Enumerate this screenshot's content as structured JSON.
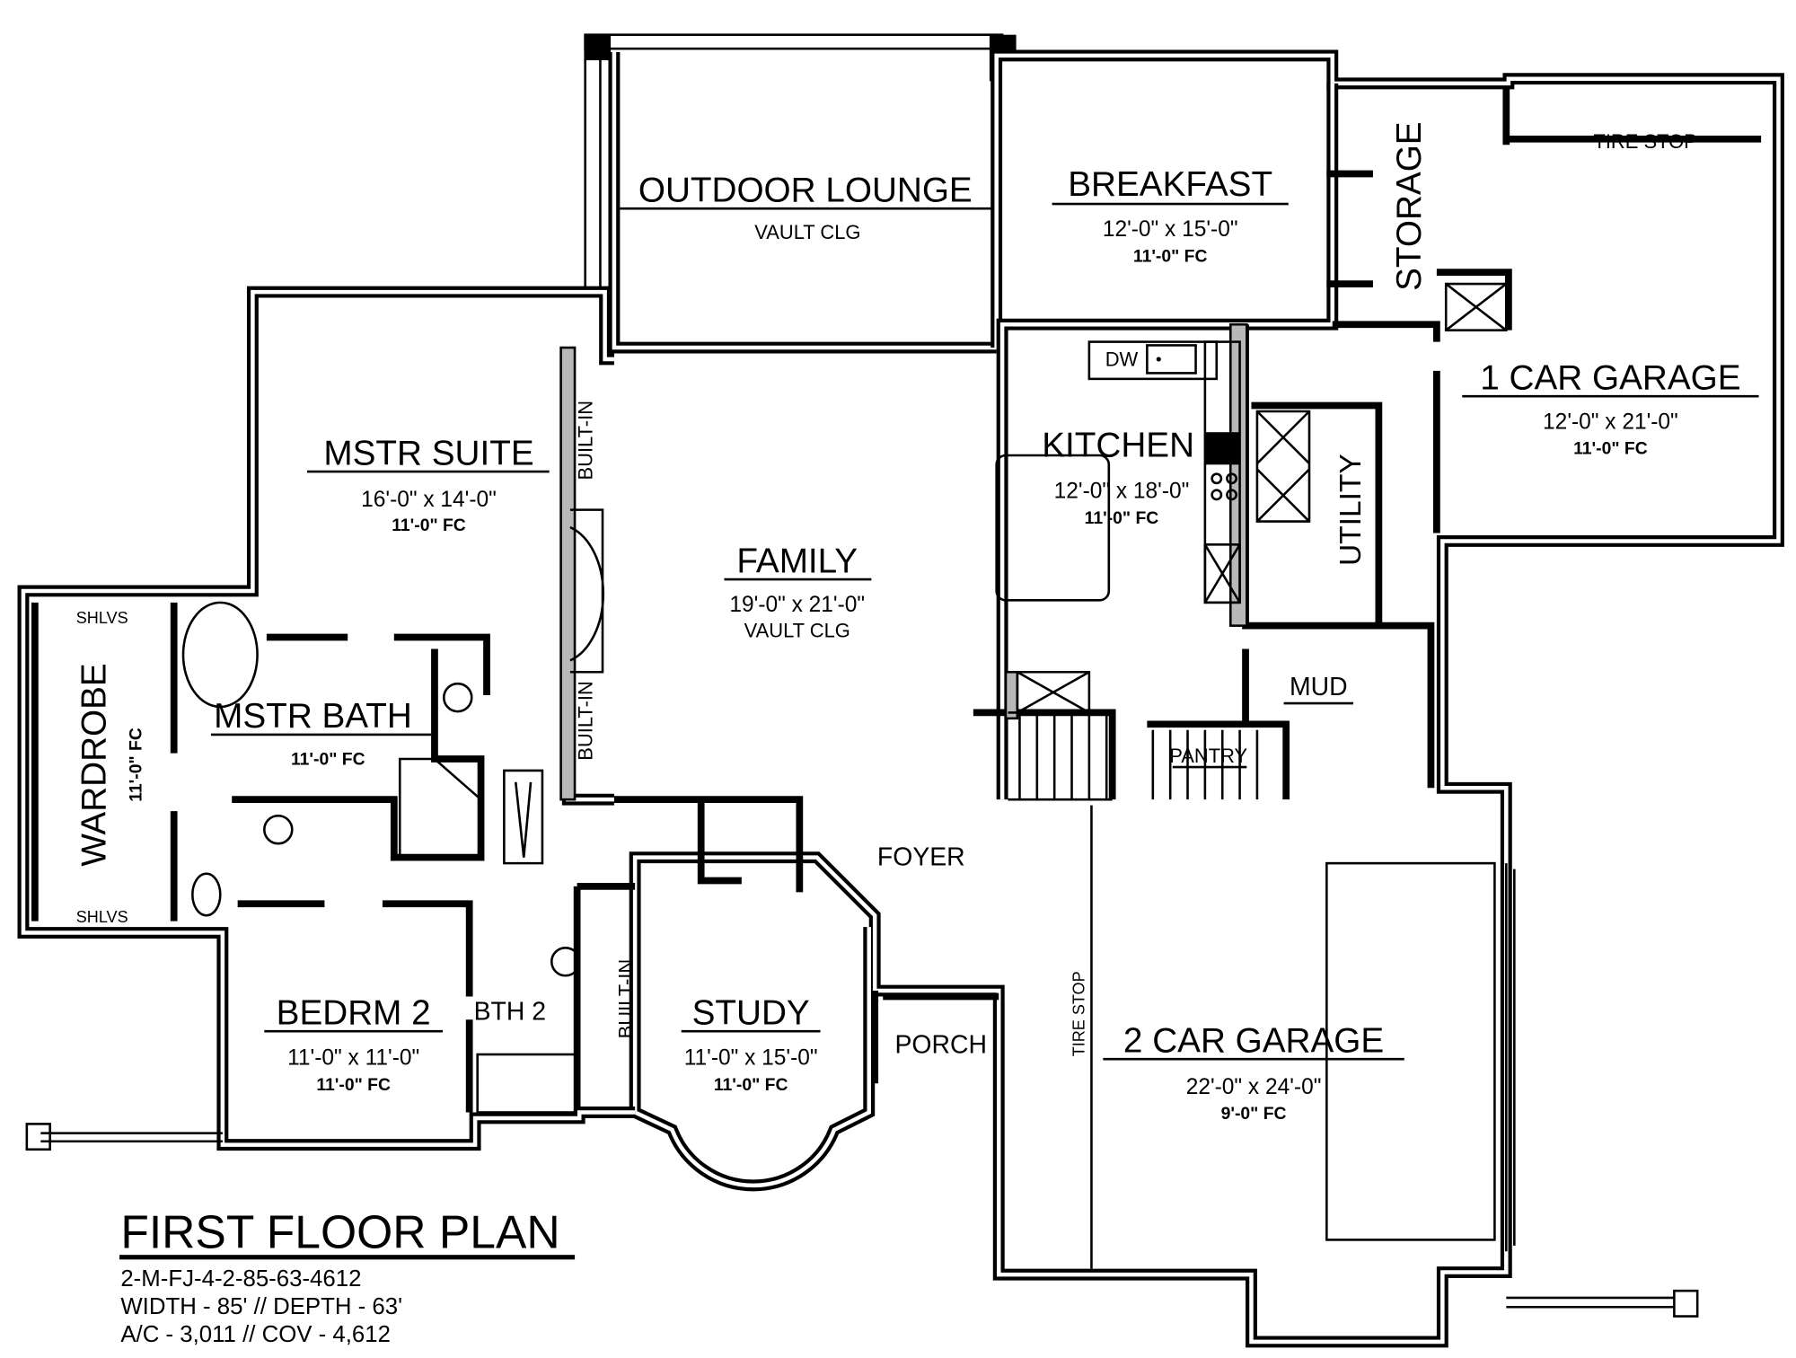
{
  "plan": {
    "title": "FIRST FLOOR PLAN",
    "plan_code": "2-M-FJ-4-2-85-63-4612",
    "dimensions": "WIDTH - 85' // DEPTH - 63'",
    "area": "A/C - 3,011 // COV - 4,612"
  },
  "rooms": {
    "outdoor_lounge": {
      "name": "OUTDOOR LOUNGE",
      "ceiling": "VAULT CLG"
    },
    "breakfast": {
      "name": "BREAKFAST",
      "size": "12'-0\" x 15'-0\"",
      "ceiling": "11'-0\" FC"
    },
    "storage": {
      "name": "STORAGE"
    },
    "garage_1": {
      "name": "1 CAR GARAGE",
      "size": "12'-0\" x 21'-0\"",
      "ceiling": "11'-0\" FC",
      "tire_stop": "TIRE STOP"
    },
    "mstr_suite": {
      "name": "MSTR SUITE",
      "size": "16'-0\" x 14'-0\"",
      "ceiling": "11'-0\" FC"
    },
    "family": {
      "name": "FAMILY",
      "size": "19'-0\" x 21'-0\"",
      "ceiling": "VAULT CLG"
    },
    "kitchen": {
      "name": "KITCHEN",
      "size": "12'-0\" x 18'-0\"",
      "ceiling": "11'-0\" FC",
      "dw": "DW"
    },
    "utility": {
      "name": "UTILITY"
    },
    "mud": {
      "name": "MUD"
    },
    "pantry": {
      "name": "PANTRY"
    },
    "wardrobe": {
      "name": "WARDROBE",
      "ceiling": "11'-0\" FC",
      "shelves": "SHLVS"
    },
    "mstr_bath": {
      "name": "MSTR BATH",
      "ceiling": "11'-0\" FC"
    },
    "built_in": "BUILT-IN",
    "foyer": {
      "name": "FOYER"
    },
    "bedrm_2": {
      "name": "BEDRM 2",
      "size": "11'-0\" x 11'-0\"",
      "ceiling": "11'-0\" FC"
    },
    "bath_2": {
      "name": "BTH 2"
    },
    "study": {
      "name": "STUDY",
      "size": "11'-0\" x 15'-0\"",
      "ceiling": "11'-0\" FC"
    },
    "porch": {
      "name": "PORCH"
    },
    "garage_2": {
      "name": "2 CAR GARAGE",
      "size": "22'-0\" x 24'-0\"",
      "ceiling": "9'-0\" FC",
      "tire_stop": "TIRE STOP"
    }
  }
}
